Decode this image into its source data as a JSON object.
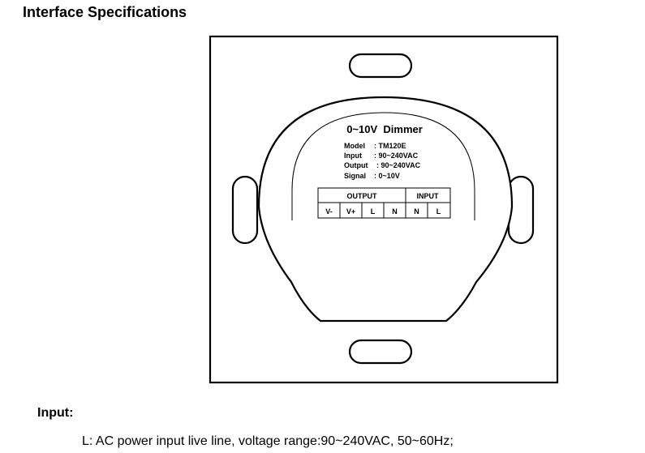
{
  "header": {
    "title": "Interface Specifications"
  },
  "diagram": {
    "device_name": "0~10V  Dimmer",
    "specs": [
      {
        "key": "Model",
        "value": ": TM120E"
      },
      {
        "key": "Input",
        "value": ": 90~240VAC"
      },
      {
        "key": "Output",
        "value": ": 90~240VAC"
      },
      {
        "key": "Signal",
        "value": ": 0~10V"
      }
    ],
    "terminal_groups": [
      {
        "label": "OUTPUT"
      },
      {
        "label": "INPUT"
      }
    ],
    "terminals": [
      "V-",
      "V+",
      "L",
      "N",
      "N",
      "L"
    ]
  },
  "section": {
    "heading": "Input:",
    "lines": [
      "L: AC power input live line, voltage range:90~240VAC, 50~60Hz;"
    ]
  }
}
